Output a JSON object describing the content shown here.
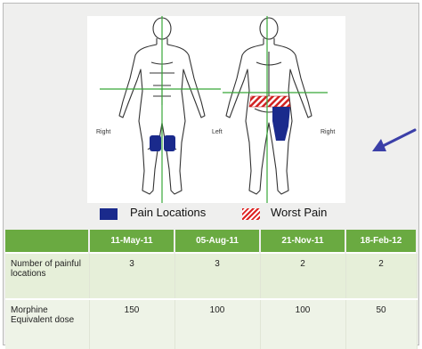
{
  "figure": {
    "side_labels": {
      "front_right": "Right",
      "front_left": "Left",
      "back_right": "Right"
    }
  },
  "legend": {
    "pain_locations": "Pain Locations",
    "worst_pain": "Worst Pain",
    "pain_locations_color": "#1a2a8c",
    "worst_pain_color": "#d22222"
  },
  "table": {
    "columns": [
      "",
      "11-May-11",
      "05-Aug-11",
      "21-Nov-11",
      "18-Feb-12"
    ],
    "rows": [
      {
        "label": "Number of painful locations",
        "values": [
          "3",
          "3",
          "2",
          "2"
        ]
      },
      {
        "label": "Morphine Equivalent dose",
        "values": [
          "150",
          "100",
          "100",
          "50"
        ]
      }
    ]
  },
  "colors": {
    "header_green": "#6aaa41",
    "arrow": "#3b3fa8"
  },
  "icons": {
    "arrow": "arrow-left-icon"
  }
}
